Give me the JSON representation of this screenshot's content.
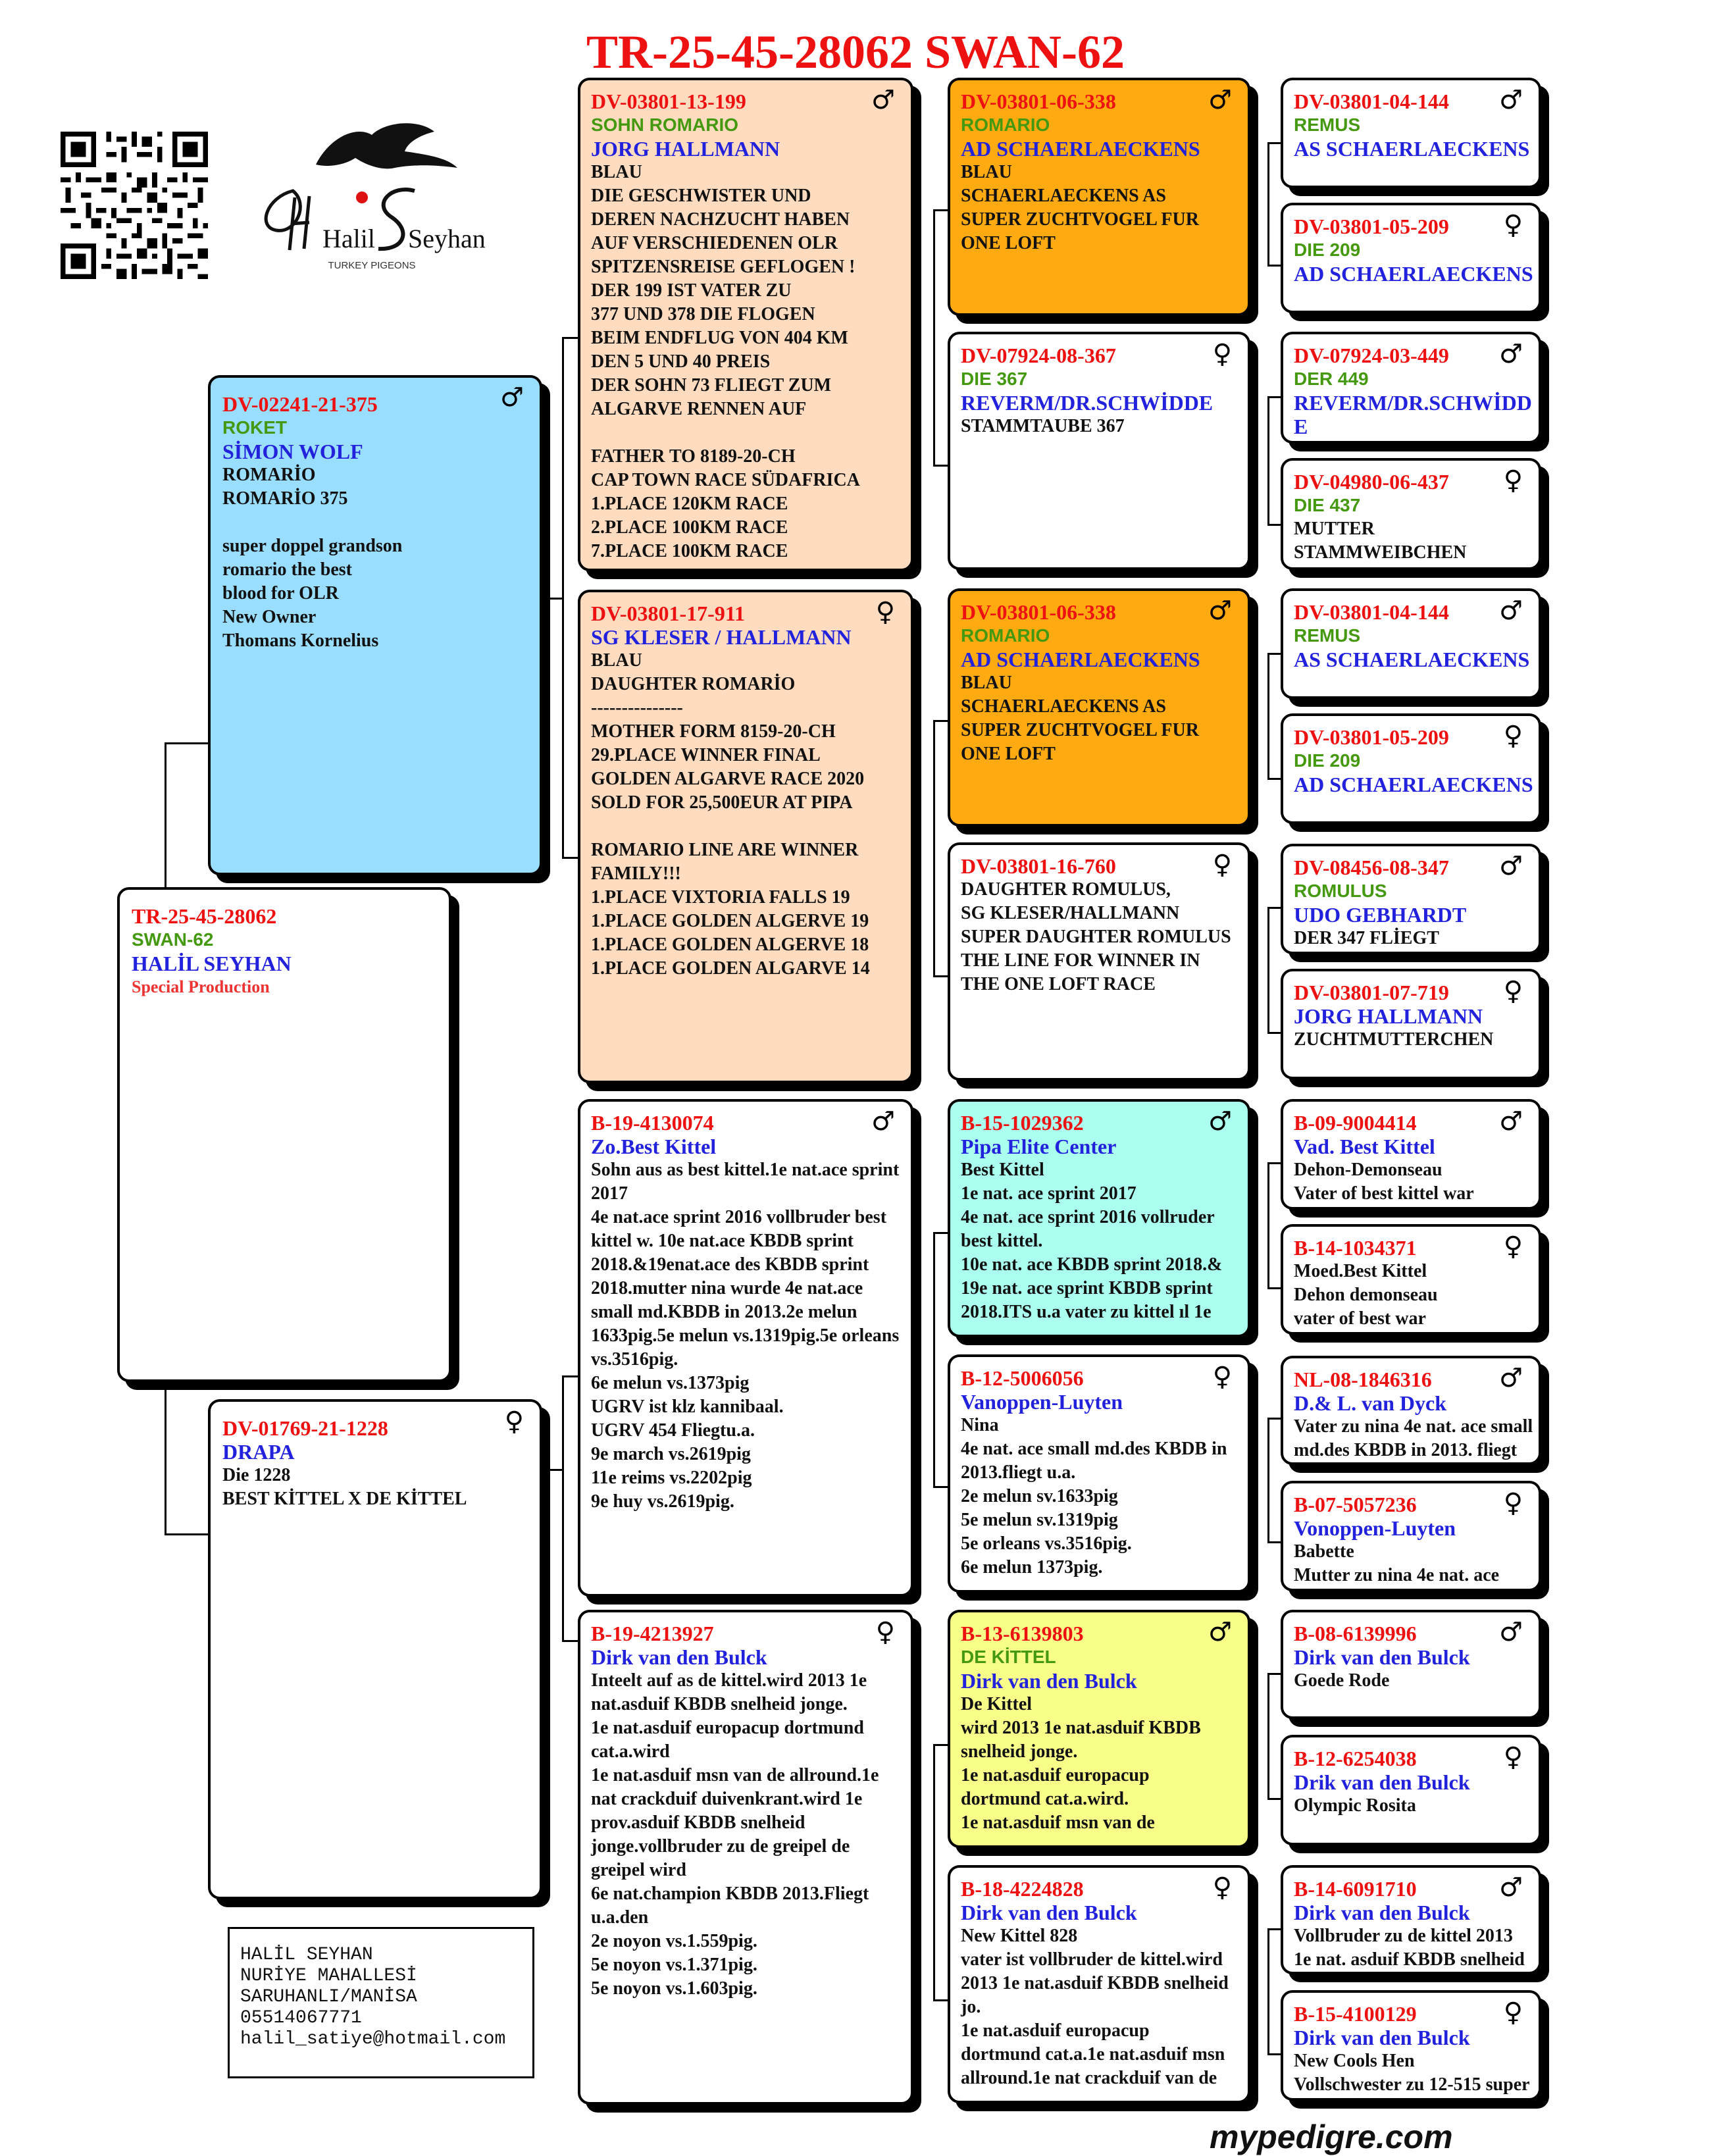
{
  "title": "TR-25-45-28062  SWAN-62",
  "footer": "mypedigre.com",
  "logo": {
    "name_part1": "Halil",
    "name_part2": "Seyhan",
    "tagline": "TURKEY PIGEONS"
  },
  "contact": [
    "HALİL SEYHAN",
    "NURİYE MAHALLESİ",
    "SARUHANLI/MANİSA",
    "05514067771",
    "halil_satiye@hotmail.com"
  ],
  "boxes": [
    {
      "id": "subject",
      "bg": "#ffffff",
      "sex": "",
      "lines": [
        {
          "t": "TR-25-45-28062",
          "c": "red"
        },
        {
          "t": "SWAN-62",
          "c": "green"
        },
        {
          "t": "HALİL SEYHAN",
          "c": "blue"
        },
        {
          "t": "Special Production",
          "c": "orange"
        }
      ]
    },
    {
      "id": "sire",
      "bg": "#99ddff",
      "sex": "♂",
      "lines": [
        {
          "t": "DV-02241-21-375",
          "c": "red"
        },
        {
          "t": "ROKET",
          "c": "green"
        },
        {
          "t": "SİMON WOLF",
          "c": "blue"
        },
        {
          "t": "ROMARİO",
          "c": "black"
        },
        {
          "t": "ROMARİO 375",
          "c": "black"
        },
        {
          "t": " ",
          "c": "black"
        },
        {
          "t": "super doppel grandson",
          "c": "black"
        },
        {
          "t": "romario the best",
          "c": "black"
        },
        {
          "t": "blood for OLR",
          "c": "black"
        },
        {
          "t": "New Owner",
          "c": "black"
        },
        {
          "t": "Thomans Kornelius",
          "c": "black"
        }
      ]
    },
    {
      "id": "dam",
      "bg": "#ffffff",
      "sex": "♀",
      "lines": [
        {
          "t": "DV-01769-21-1228",
          "c": "red"
        },
        {
          "t": "DRAPA",
          "c": "blue"
        },
        {
          "t": "Die 1228",
          "c": "black"
        },
        {
          "t": "BEST KİTTEL X DE KİTTEL",
          "c": "black"
        }
      ]
    },
    {
      "id": "ss",
      "bg": "#ffdcc0",
      "sex": "♂",
      "lines": [
        {
          "t": "DV-03801-13-199",
          "c": "red"
        },
        {
          "t": "SOHN ROMARIO",
          "c": "green"
        },
        {
          "t": "JORG HALLMANN",
          "c": "blue"
        },
        {
          "t": "BLAU",
          "c": "black"
        },
        {
          "t": "DIE GESCHWISTER UND",
          "c": "black"
        },
        {
          "t": "DEREN NACHZUCHT HABEN",
          "c": "black"
        },
        {
          "t": "AUF VERSCHIEDENEN OLR",
          "c": "black"
        },
        {
          "t": "SPITZENSREISE GEFLOGEN !",
          "c": "black"
        },
        {
          "t": "DER 199 IST VATER ZU",
          "c": "black"
        },
        {
          "t": "377 UND 378 DIE FLOGEN",
          "c": "black"
        },
        {
          "t": "BEIM ENDFLUG VON 404 KM",
          "c": "black"
        },
        {
          "t": "DEN 5 UND 40 PREIS",
          "c": "black"
        },
        {
          "t": "DER SOHN 73 FLIEGT ZUM",
          "c": "black"
        },
        {
          "t": "ALGARVE RENNEN AUF",
          "c": "black"
        },
        {
          "t": " ",
          "c": "black"
        },
        {
          "t": "FATHER TO 8189-20-CH",
          "c": "black"
        },
        {
          "t": "CAP TOWN RACE SÜDAFRICA",
          "c": "black"
        },
        {
          "t": "1.PLACE 120KM RACE",
          "c": "black"
        },
        {
          "t": "2.PLACE 100KM RACE",
          "c": "black"
        },
        {
          "t": "7.PLACE 100KM RACE",
          "c": "black"
        }
      ]
    },
    {
      "id": "sd",
      "bg": "#ffdcc0",
      "sex": "♀",
      "lines": [
        {
          "t": "DV-03801-17-911",
          "c": "red"
        },
        {
          "t": "SG KLESER / HALLMANN",
          "c": "blue"
        },
        {
          "t": "BLAU",
          "c": "black"
        },
        {
          "t": "DAUGHTER ROMARİO",
          "c": "black"
        },
        {
          "t": "---------------",
          "c": "black"
        },
        {
          "t": "MOTHER FORM 8159-20-CH",
          "c": "black"
        },
        {
          "t": "29.PLACE WINNER FINAL",
          "c": "black"
        },
        {
          "t": "GOLDEN ALGARVE RACE 2020",
          "c": "black"
        },
        {
          "t": "SOLD FOR 25,500EUR AT PIPA",
          "c": "black"
        },
        {
          "t": " ",
          "c": "black"
        },
        {
          "t": "ROMARIO LINE ARE WINNER",
          "c": "black"
        },
        {
          "t": "FAMILY!!!",
          "c": "black"
        },
        {
          "t": "1.PLACE VIXTORIA FALLS 19",
          "c": "black"
        },
        {
          "t": "1.PLACE GOLDEN ALGERVE 19",
          "c": "black"
        },
        {
          "t": "1.PLACE GOLDEN ALGERVE 18",
          "c": "black"
        },
        {
          "t": "1.PLACE GOLDEN ALGARVE 14",
          "c": "black"
        }
      ]
    },
    {
      "id": "ds",
      "bg": "#ffffff",
      "sex": "♂",
      "lines": [
        {
          "t": "B-19-4130074",
          "c": "red"
        },
        {
          "t": "Zo.Best Kittel",
          "c": "blue"
        },
        {
          "t": "Sohn aus as best kittel.1e nat.ace sprint",
          "c": "black"
        },
        {
          "t": "2017",
          "c": "black"
        },
        {
          "t": "4e nat.ace sprint 2016 vollbruder best",
          "c": "black"
        },
        {
          "t": "kittel w. 10e nat.ace KBDB sprint",
          "c": "black"
        },
        {
          "t": "2018.&19enat.ace des KBDB sprint",
          "c": "black"
        },
        {
          "t": "2018.mutter nina wurde 4e nat.ace",
          "c": "black"
        },
        {
          "t": "small md.KBDB in 2013.2e melun",
          "c": "black"
        },
        {
          "t": "1633pig.5e melun vs.1319pig.5e orleans",
          "c": "black"
        },
        {
          "t": "vs.3516pig.",
          "c": "black"
        },
        {
          "t": "6e melun vs.1373pig",
          "c": "black"
        },
        {
          "t": "UGRV ist klz kannibaal.",
          "c": "black"
        },
        {
          "t": "UGRV 454 Fliegtu.a.",
          "c": "black"
        },
        {
          "t": "9e march vs.2619pig",
          "c": "black"
        },
        {
          "t": "11e reims vs.2202pig",
          "c": "black"
        },
        {
          "t": "9e huy vs.2619pig.",
          "c": "black"
        }
      ]
    },
    {
      "id": "dd",
      "bg": "#ffffff",
      "sex": "♀",
      "lines": [
        {
          "t": "B-19-4213927",
          "c": "red"
        },
        {
          "t": "Dirk van den Bulck",
          "c": "blue"
        },
        {
          "t": "Inteelt auf as de kittel.wird 2013 1e",
          "c": "black"
        },
        {
          "t": "nat.asduif KBDB snelheid jonge.",
          "c": "black"
        },
        {
          "t": "1e nat.asduif europacup dortmund",
          "c": "black"
        },
        {
          "t": "cat.a.wird",
          "c": "black"
        },
        {
          "t": "1e nat.asduif msn van de allround.1e",
          "c": "black"
        },
        {
          "t": "nat crackduif duivenkrant.wird 1e",
          "c": "black"
        },
        {
          "t": "prov.asduif KBDB snelheid",
          "c": "black"
        },
        {
          "t": "jonge.vollbruder zu de greipel de",
          "c": "black"
        },
        {
          "t": "greipel wird",
          "c": "black"
        },
        {
          "t": "6e nat.champion KBDB 2013.Fliegt",
          "c": "black"
        },
        {
          "t": "u.a.den",
          "c": "black"
        },
        {
          "t": "2e noyon vs.1.559pig.",
          "c": "black"
        },
        {
          "t": "5e noyon vs.1.371pig.",
          "c": "black"
        },
        {
          "t": "5e noyon vs.1.603pig.",
          "c": "black"
        }
      ]
    },
    {
      "id": "sss",
      "bg": "#ffaa11",
      "sex": "♂",
      "lines": [
        {
          "t": "DV-03801-06-338",
          "c": "red"
        },
        {
          "t": "ROMARIO",
          "c": "green"
        },
        {
          "t": "AD SCHAERLAECKENS",
          "c": "blue"
        },
        {
          "t": "BLAU",
          "c": "black"
        },
        {
          "t": "SCHAERLAECKENS AS",
          "c": "black"
        },
        {
          "t": "SUPER ZUCHTVOGEL FUR",
          "c": "black"
        },
        {
          "t": "ONE LOFT",
          "c": "black"
        }
      ]
    },
    {
      "id": "ssd",
      "bg": "#ffffff",
      "sex": "♀",
      "lines": [
        {
          "t": "DV-07924-08-367",
          "c": "red"
        },
        {
          "t": "DIE 367",
          "c": "green"
        },
        {
          "t": "REVERM/DR.SCHWİDDE",
          "c": "blue"
        },
        {
          "t": "STAMMTAUBE 367",
          "c": "black"
        }
      ]
    },
    {
      "id": "sds",
      "bg": "#ffaa11",
      "sex": "♂",
      "lines": [
        {
          "t": "DV-03801-06-338",
          "c": "red"
        },
        {
          "t": "ROMARIO",
          "c": "green"
        },
        {
          "t": "AD SCHAERLAECKENS",
          "c": "blue"
        },
        {
          "t": "BLAU",
          "c": "black"
        },
        {
          "t": "SCHAERLAECKENS AS",
          "c": "black"
        },
        {
          "t": "SUPER ZUCHTVOGEL FUR",
          "c": "black"
        },
        {
          "t": "ONE LOFT",
          "c": "black"
        }
      ]
    },
    {
      "id": "sdd",
      "bg": "#ffffff",
      "sex": "♀",
      "lines": [
        {
          "t": "DV-03801-16-760",
          "c": "red"
        },
        {
          "t": "DAUGHTER ROMULUS,",
          "c": "black"
        },
        {
          "t": "SG KLESER/HALLMANN",
          "c": "black"
        },
        {
          "t": "SUPER DAUGHTER ROMULUS",
          "c": "black"
        },
        {
          "t": "THE LINE FOR WINNER IN",
          "c": "black"
        },
        {
          "t": "THE ONE LOFT RACE",
          "c": "black"
        }
      ]
    },
    {
      "id": "dss",
      "bg": "#aaffee",
      "sex": "♂",
      "lines": [
        {
          "t": "B-15-1029362",
          "c": "red"
        },
        {
          "t": "Pipa Elite Center",
          "c": "blue"
        },
        {
          "t": "Best Kittel",
          "c": "black"
        },
        {
          "t": "1e nat. ace sprint 2017",
          "c": "black"
        },
        {
          "t": "4e nat. ace sprint 2016 vollruder",
          "c": "black"
        },
        {
          "t": "best kittel.",
          "c": "black"
        },
        {
          "t": "10e nat. ace KBDB sprint 2018.&",
          "c": "black"
        },
        {
          "t": "19e nat. ace sprint KBDB sprint",
          "c": "black"
        },
        {
          "t": "2018.ITS u.a vater zu kittel ıl 1e",
          "c": "black"
        }
      ]
    },
    {
      "id": "dsd",
      "bg": "#ffffff",
      "sex": "♀",
      "lines": [
        {
          "t": "B-12-5006056",
          "c": "red"
        },
        {
          "t": "Vanoppen-Luyten",
          "c": "blue"
        },
        {
          "t": "Nina",
          "c": "black"
        },
        {
          "t": "4e nat. ace small md.des KBDB in",
          "c": "black"
        },
        {
          "t": "2013.fliegt u.a.",
          "c": "black"
        },
        {
          "t": "2e melun sv.1633pig",
          "c": "black"
        },
        {
          "t": "5e melun sv.1319pig",
          "c": "black"
        },
        {
          "t": "5e orleans vs.3516pig.",
          "c": "black"
        },
        {
          "t": "6e melun 1373pig.",
          "c": "black"
        }
      ]
    },
    {
      "id": "dds",
      "bg": "#f7ff88",
      "sex": "♂",
      "lines": [
        {
          "t": "B-13-6139803",
          "c": "red"
        },
        {
          "t": "DE KİTTEL",
          "c": "green"
        },
        {
          "t": "Dirk van den Bulck",
          "c": "blue"
        },
        {
          "t": "De Kittel",
          "c": "black"
        },
        {
          "t": "wird 2013 1e nat.asduif KBDB",
          "c": "black"
        },
        {
          "t": "snelheid jonge.",
          "c": "black"
        },
        {
          "t": "1e nat.asduif europacup",
          "c": "black"
        },
        {
          "t": "dortmund cat.a.wird.",
          "c": "black"
        },
        {
          "t": "1e nat.asduif msn van de",
          "c": "black"
        }
      ]
    },
    {
      "id": "ddd",
      "bg": "#ffffff",
      "sex": "♀",
      "lines": [
        {
          "t": "B-18-4224828",
          "c": "red"
        },
        {
          "t": "Dirk van den Bulck",
          "c": "blue"
        },
        {
          "t": "New Kittel 828",
          "c": "black"
        },
        {
          "t": "vater ist vollbruder de kittel.wird",
          "c": "black"
        },
        {
          "t": "2013 1e nat.asduif KBDB snelheid",
          "c": "black"
        },
        {
          "t": "jo.",
          "c": "black"
        },
        {
          "t": "1e nat.asduif europacup",
          "c": "black"
        },
        {
          "t": "dortmund cat.a.1e nat.asduif msn",
          "c": "black"
        },
        {
          "t": "allround.1e nat crackduif van de",
          "c": "black"
        }
      ]
    },
    {
      "id": "g1",
      "bg": "#ffffff",
      "sex": "♂",
      "lines": [
        {
          "t": "DV-03801-04-144",
          "c": "red"
        },
        {
          "t": "REMUS",
          "c": "green"
        },
        {
          "t": "AS SCHAERLAECKENS",
          "c": "blue"
        }
      ]
    },
    {
      "id": "g2",
      "bg": "#ffffff",
      "sex": "♀",
      "lines": [
        {
          "t": "DV-03801-05-209",
          "c": "red"
        },
        {
          "t": "DIE 209",
          "c": "green"
        },
        {
          "t": "AD SCHAERLAECKENS",
          "c": "blue"
        }
      ]
    },
    {
      "id": "g3",
      "bg": "#ffffff",
      "sex": "♂",
      "lines": [
        {
          "t": "DV-07924-03-449",
          "c": "red"
        },
        {
          "t": "DER 449",
          "c": "green"
        },
        {
          "t": "REVERM/DR.SCHWİDD",
          "c": "blue"
        },
        {
          "t": "E",
          "c": "blue"
        }
      ]
    },
    {
      "id": "g4",
      "bg": "#ffffff",
      "sex": "♀",
      "lines": [
        {
          "t": "DV-04980-06-437",
          "c": "red"
        },
        {
          "t": "DIE 437",
          "c": "green"
        },
        {
          "t": "MUTTER",
          "c": "black"
        },
        {
          "t": "STAMMWEIBCHEN",
          "c": "black"
        }
      ]
    },
    {
      "id": "g5",
      "bg": "#ffffff",
      "sex": "♂",
      "lines": [
        {
          "t": "DV-03801-04-144",
          "c": "red"
        },
        {
          "t": "REMUS",
          "c": "green"
        },
        {
          "t": "AS SCHAERLAECKENS",
          "c": "blue"
        }
      ]
    },
    {
      "id": "g6",
      "bg": "#ffffff",
      "sex": "♀",
      "lines": [
        {
          "t": "DV-03801-05-209",
          "c": "red"
        },
        {
          "t": "DIE 209",
          "c": "green"
        },
        {
          "t": "AD SCHAERLAECKENS",
          "c": "blue"
        }
      ]
    },
    {
      "id": "g7",
      "bg": "#ffffff",
      "sex": "♂",
      "lines": [
        {
          "t": "DV-08456-08-347",
          "c": "red"
        },
        {
          "t": "ROMULUS",
          "c": "green"
        },
        {
          "t": "UDO GEBHARDT",
          "c": "blue"
        },
        {
          "t": "DER 347 FLİEGT",
          "c": "black"
        }
      ]
    },
    {
      "id": "g8",
      "bg": "#ffffff",
      "sex": "♀",
      "lines": [
        {
          "t": "DV-03801-07-719",
          "c": "red"
        },
        {
          "t": "JORG HALLMANN",
          "c": "blue"
        },
        {
          "t": "ZUCHTMUTTERCHEN",
          "c": "black"
        }
      ]
    },
    {
      "id": "g9",
      "bg": "#ffffff",
      "sex": "♂",
      "lines": [
        {
          "t": "B-09-9004414",
          "c": "red"
        },
        {
          "t": "Vad. Best Kittel",
          "c": "blue"
        },
        {
          "t": "Dehon-Demonseau",
          "c": "black"
        },
        {
          "t": "Vater of best kittel war",
          "c": "black"
        }
      ]
    },
    {
      "id": "g10",
      "bg": "#ffffff",
      "sex": "♀",
      "lines": [
        {
          "t": "B-14-1034371",
          "c": "red"
        },
        {
          "t": "Moed.Best Kittel",
          "c": "black"
        },
        {
          "t": "Dehon demonseau",
          "c": "black"
        },
        {
          "t": "vater of best war",
          "c": "black"
        }
      ]
    },
    {
      "id": "g11",
      "bg": "#ffffff",
      "sex": "♂",
      "lines": [
        {
          "t": "NL-08-1846316",
          "c": "red"
        },
        {
          "t": "D.& L. van Dyck",
          "c": "blue"
        },
        {
          "t": "Vater zu nina 4e nat. ace small",
          "c": "black"
        },
        {
          "t": "md.des KBDB in 2013. fliegt",
          "c": "black"
        }
      ]
    },
    {
      "id": "g12",
      "bg": "#ffffff",
      "sex": "♀",
      "lines": [
        {
          "t": "B-07-5057236",
          "c": "red"
        },
        {
          "t": "Vonoppen-Luyten",
          "c": "blue"
        },
        {
          "t": "Babette",
          "c": "black"
        },
        {
          "t": "Mutter zu nina 4e nat. ace",
          "c": "black"
        }
      ]
    },
    {
      "id": "g13",
      "bg": "#ffffff",
      "sex": "♂",
      "lines": [
        {
          "t": "B-08-6139996",
          "c": "red"
        },
        {
          "t": "Dirk van den Bulck",
          "c": "blue"
        },
        {
          "t": "Goede Rode",
          "c": "black"
        }
      ]
    },
    {
      "id": "g14",
      "bg": "#ffffff",
      "sex": "♀",
      "lines": [
        {
          "t": "B-12-6254038",
          "c": "red"
        },
        {
          "t": "Drik van den Bulck",
          "c": "blue"
        },
        {
          "t": "Olympic Rosita",
          "c": "black"
        }
      ]
    },
    {
      "id": "g15",
      "bg": "#ffffff",
      "sex": "♂",
      "lines": [
        {
          "t": "B-14-6091710",
          "c": "red"
        },
        {
          "t": "Dirk van den Bulck",
          "c": "blue"
        },
        {
          "t": "Vollbruder zu de kittel 2013",
          "c": "black"
        },
        {
          "t": "1e nat. asduif KBDB snelheid",
          "c": "black"
        }
      ]
    },
    {
      "id": "g16",
      "bg": "#ffffff",
      "sex": "♀",
      "lines": [
        {
          "t": "B-15-4100129",
          "c": "red"
        },
        {
          "t": "Dirk van den Bulck",
          "c": "blue"
        },
        {
          "t": "New Cools Hen",
          "c": "black"
        },
        {
          "t": "Vollschwester zu 12-515 super",
          "c": "black"
        }
      ]
    }
  ]
}
